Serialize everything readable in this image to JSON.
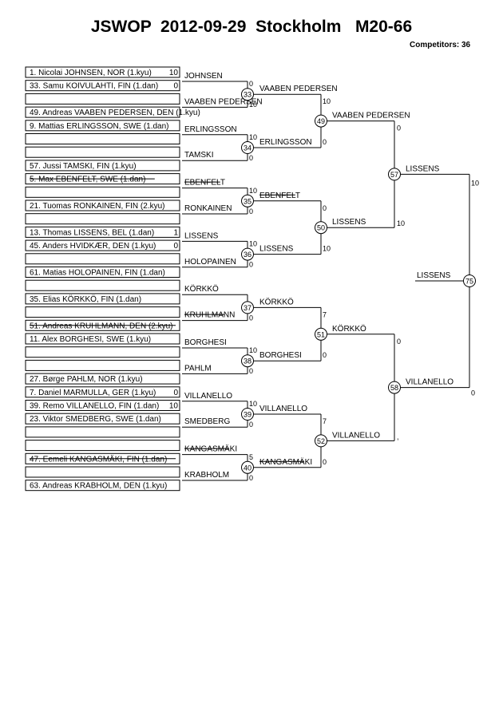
{
  "title": "JSWOP  2012-09-29  Stockholm   M20-66",
  "competitors_label": "Competitors: 36",
  "entries": [
    {
      "text": "1. Nicolai JOHNSEN, NOR (1.kyu)",
      "score": "10"
    },
    {
      "text": "33. Samu KOIVULAHTI, FIN (1.dan)",
      "score": "0"
    },
    {
      "text": "",
      "score": ""
    },
    {
      "text": "49. Andreas VAABEN PEDERSEN, DEN (1.kyu)",
      "score": ""
    },
    {
      "text": "9. Mattias ERLINGSSON, SWE (1.dan)",
      "score": ""
    },
    {
      "text": "",
      "score": ""
    },
    {
      "text": "",
      "score": ""
    },
    {
      "text": "57. Jussi TAMSKI, FIN (1.kyu)",
      "score": ""
    },
    {
      "text": "5. Max EBENFELT, SWE (1.dan)",
      "score": "",
      "struck": true
    },
    {
      "text": "",
      "score": ""
    },
    {
      "text": "21. Tuomas  RONKAINEN, FIN (2.kyu)",
      "score": ""
    },
    {
      "text": "",
      "score": ""
    },
    {
      "text": "13. Thomas LISSENS, BEL (1.dan)",
      "score": "1"
    },
    {
      "text": "45. Anders  HVIDKÆR, DEN (1.kyu)",
      "score": "0"
    },
    {
      "text": "",
      "score": ""
    },
    {
      "text": "61. Matias HOLOPAINEN, FIN (1.dan)",
      "score": ""
    },
    {
      "text": "",
      "score": ""
    },
    {
      "text": "35. Elias KÖRKKÖ, FIN (1.dan)",
      "score": ""
    },
    {
      "text": "",
      "score": ""
    },
    {
      "text": "51. Andreas KRUHLMANN, DEN (2.kyu)",
      "score": "",
      "struck": true
    },
    {
      "text": "11. Alex  BORGHESI, SWE (1.kyu)",
      "score": ""
    },
    {
      "text": "",
      "score": ""
    },
    {
      "text": "",
      "score": ""
    },
    {
      "text": "27. Børge PAHLM, NOR (1.kyu)",
      "score": ""
    },
    {
      "text": "7. Daniel MARMULLA, GER (1.kyu)",
      "score": "0"
    },
    {
      "text": "39. Remo  VILLANELLO, FIN (1.dan)",
      "score": "10"
    },
    {
      "text": "23. Viktor  SMEDBERG, SWE (1.dan)",
      "score": ""
    },
    {
      "text": "",
      "score": ""
    },
    {
      "text": "",
      "score": ""
    },
    {
      "text": "47. Eemeli KANGASMÄKI, FIN (1.dan)",
      "score": "",
      "struck": true
    },
    {
      "text": "",
      "score": ""
    },
    {
      "text": "63. Andreas KRABHOLM, DEN (1.kyu)",
      "score": ""
    }
  ],
  "round1": [
    {
      "id": "33",
      "top": "JOHNSEN",
      "bottom": "VAABEN PEDERSEN",
      "s_top": "0",
      "s_bot": "10"
    },
    {
      "id": "34",
      "top": "ERLINGSSON",
      "bottom": "TAMSKI",
      "s_top": "10",
      "s_bot": "0"
    },
    {
      "id": "35",
      "top": "EBENFELT",
      "bottom": "RONKAINEN",
      "s_top": "10",
      "s_bot": "0",
      "top_struck": true
    },
    {
      "id": "36",
      "top": "LISSENS",
      "bottom": "HOLOPAINEN",
      "s_top": "10",
      "s_bot": "0"
    },
    {
      "id": "37",
      "top": "KÖRKKÖ",
      "bottom": "KRUHLMANN",
      "s_top": "",
      "s_bot": "0",
      "bottom_struck": true
    },
    {
      "id": "38",
      "top": "BORGHESI",
      "bottom": "PAHLM",
      "s_top": "10",
      "s_bot": "0"
    },
    {
      "id": "39",
      "top": "VILLANELLO",
      "bottom": "SMEDBERG",
      "s_top": "10",
      "s_bot": "0"
    },
    {
      "id": "40",
      "top": "KANGASMÄKI",
      "bottom": "KRABHOLM",
      "s_top": "5",
      "s_bot": "0",
      "top_struck": true
    }
  ],
  "round2": [
    {
      "id": "49",
      "top": "VAABEN PEDERSEN",
      "bottom": "ERLINGSSON",
      "s_top": "10",
      "s_bot": "0"
    },
    {
      "id": "50",
      "top": "EBENFELT",
      "bottom": "LISSENS",
      "s_top": "0",
      "s_bot": "10",
      "top_struck": true
    },
    {
      "id": "51",
      "top": "KÖRKKÖ",
      "bottom": "BORGHESI",
      "s_top": "7",
      "s_bot": "0"
    },
    {
      "id": "52",
      "top": "VILLANELLO",
      "bottom": "KANGASMÄKI",
      "s_top": "7",
      "s_bot": "0",
      "bottom_struck": true
    }
  ],
  "round3": [
    {
      "id": "57",
      "top": "VAABEN PEDERSEN",
      "bottom": "LISSENS",
      "s_top": "0",
      "s_bot": "10"
    },
    {
      "id": "58",
      "top": "KÖRKKÖ",
      "bottom": "VILLANELLO",
      "s_top": "0",
      "s_bot": ","
    }
  ],
  "final": {
    "id": "75",
    "top": "LISSENS",
    "bottom": "VILLANELLO",
    "s_top": "10",
    "s_bot": "0"
  }
}
